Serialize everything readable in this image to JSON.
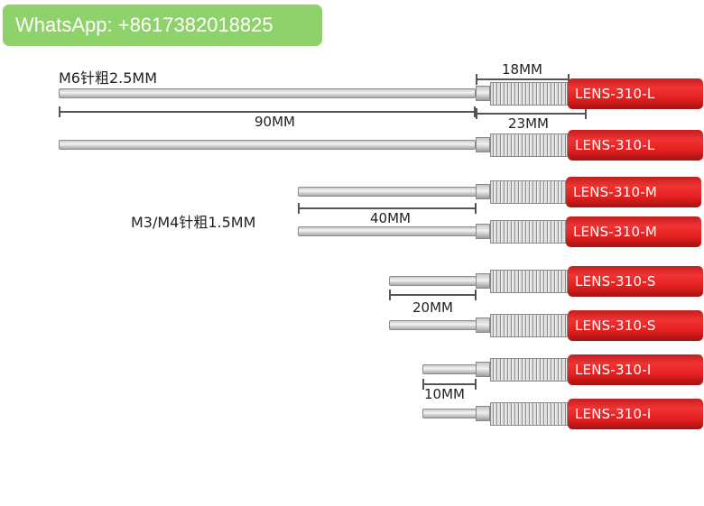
{
  "whatsapp": "WhatsApp: +8617382018825",
  "labels": {
    "m6": "M6针粗2.5MM",
    "m3m4": "M3/M4针粗1.5MM"
  },
  "dimensions": {
    "d90": "90MM",
    "d18": "18MM",
    "d23": "23MM",
    "d40": "40MM",
    "d20": "20MM",
    "d10": "10MM"
  },
  "probes": [
    {
      "model": "LENS-310-L"
    },
    {
      "model": "LENS-310-L"
    },
    {
      "model": "LENS-310-M"
    },
    {
      "model": "LENS-310-M"
    },
    {
      "model": "LENS-310-S"
    },
    {
      "model": "LENS-310-S"
    },
    {
      "model": "LENS-310-I"
    },
    {
      "model": "LENS-310-I"
    }
  ],
  "colors": {
    "whatsapp_badge": "#8fd16a",
    "sleeve_red": "#e52020"
  }
}
